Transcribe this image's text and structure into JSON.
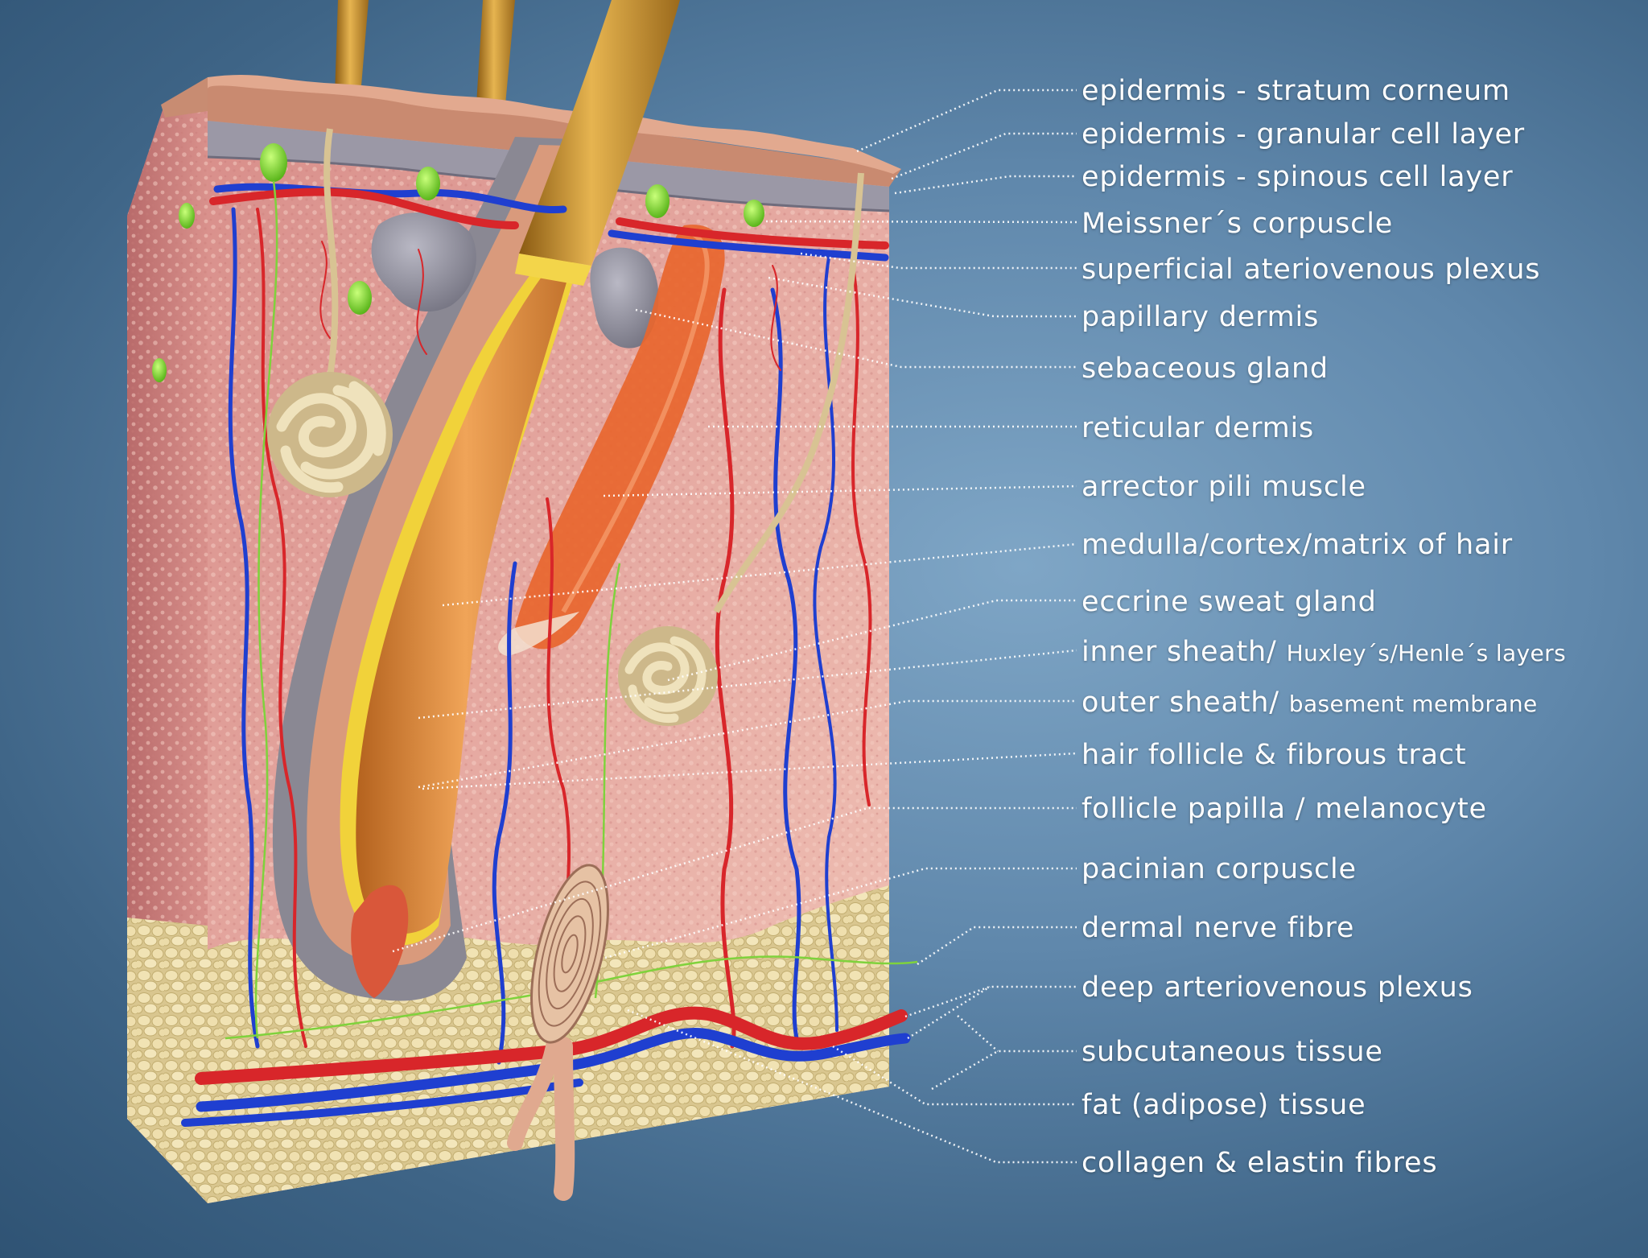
{
  "labels": [
    {
      "main": "epidermis - stratum corneum"
    },
    {
      "main": "epidermis - granular cell layer"
    },
    {
      "main": "epidermis - spinous cell layer"
    },
    {
      "main": "Meissner´s corpuscle"
    },
    {
      "main": "superficial ateriovenous plexus"
    },
    {
      "main": "papillary dermis"
    },
    {
      "main": "sebaceous gland"
    },
    {
      "main": "reticular dermis"
    },
    {
      "main": "arrector pili muscle"
    },
    {
      "main": "medulla/cortex/matrix of hair"
    },
    {
      "main": "eccrine sweat gland"
    },
    {
      "main": "inner sheath/ ",
      "sub": "Huxley´s/Henle´s layers"
    },
    {
      "main": "outer sheath/ ",
      "sub": "basement membrane"
    },
    {
      "main": "hair follicle & fibrous tract"
    },
    {
      "main": "follicle papilla / melanocyte"
    },
    {
      "main": "pacinian corpuscle"
    },
    {
      "main": "dermal nerve fibre"
    },
    {
      "main": "deep arteriovenous plexus"
    },
    {
      "main": "subcutaneous tissue"
    },
    {
      "main": "fat (adipose) tissue"
    },
    {
      "main": "collagen & elastin fibres"
    }
  ],
  "colors": {
    "artery": "#d8262a",
    "vein": "#1f3fd0",
    "dermis": "#e3a39c",
    "fat": "#e9dba8",
    "hair": "#c99235",
    "sheath": "#86868f",
    "meissner": "#7fe02c",
    "label_text": "#ffffff",
    "leader": "#ffffff"
  }
}
